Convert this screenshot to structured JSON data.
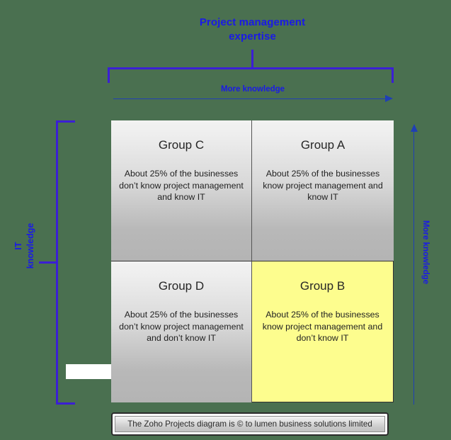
{
  "background_color": "#4a7050",
  "accent_color": "#1a1ae6",
  "bracket_color": "#3b1fd4",
  "arrow_color": "#1f3fb5",
  "highlight_color": "#fdfd8e",
  "header": {
    "title_line1": "Project management",
    "title_line2": "expertise",
    "horizontal_axis_label": "More knowledge"
  },
  "left_axis": {
    "label_line1": "IT",
    "label_line2": "knowledge",
    "blank_box_text": ""
  },
  "right_axis": {
    "label": "More knowledge"
  },
  "matrix": {
    "quadrants": [
      {
        "id": "group-c",
        "title": "Group C",
        "body": "About 25% of the businesses don’t know project management and know IT",
        "fill": "gray",
        "position": "top-left"
      },
      {
        "id": "group-a",
        "title": "Group A",
        "body": "About 25% of the businesses know project management and know IT",
        "fill": "gray",
        "position": "top-right"
      },
      {
        "id": "group-d",
        "title": "Group D",
        "body": "About 25% of the businesses don’t know project management and don’t know IT",
        "fill": "gray",
        "position": "bottom-left"
      },
      {
        "id": "group-b",
        "title": "Group B",
        "body": "About 25% of the businesses know project management and don’t know IT",
        "fill": "yellow",
        "position": "bottom-right"
      }
    ]
  },
  "footer": {
    "text": "The Zoho Projects diagram is © to lumen business solutions limited"
  }
}
